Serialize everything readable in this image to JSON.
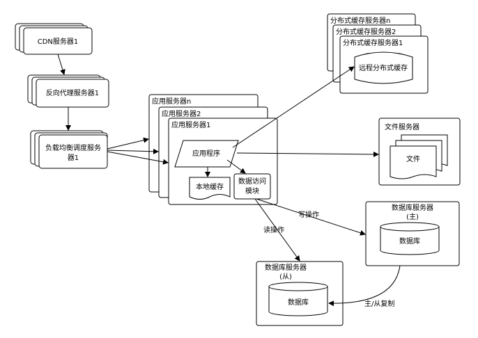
{
  "nodes": {
    "cdn": "CDN服务器1",
    "reverse_proxy": "反向代理服务器1",
    "load_balancer_line1": "负载均衡调度服务",
    "load_balancer_line2": "器1",
    "app_server_n": "应用服务器n",
    "app_server_2": "应用服务器2",
    "app_server_1": "应用服务器1",
    "app_program": "应用程序",
    "local_cache": "本地缓存",
    "data_access_line1": "数据访问",
    "data_access_line2": "模块",
    "dist_cache_n": "分布式缓存服务器n",
    "dist_cache_2": "分布式缓存服务器2",
    "dist_cache_1": "分布式缓存服务器1",
    "remote_cache": "远程分布式缓存",
    "file_server": "文件服务器",
    "file_doc": "文件",
    "db_master_line1": "数据库服务器",
    "db_master_line2": "(主)",
    "db_master_db": "数据库",
    "db_slave_line1": "数据库服务器",
    "db_slave_line2": "(从)",
    "db_slave_db": "数据库"
  },
  "edges": {
    "write_op": "写操作",
    "read_op": "读操作",
    "replication": "主/从复制"
  }
}
